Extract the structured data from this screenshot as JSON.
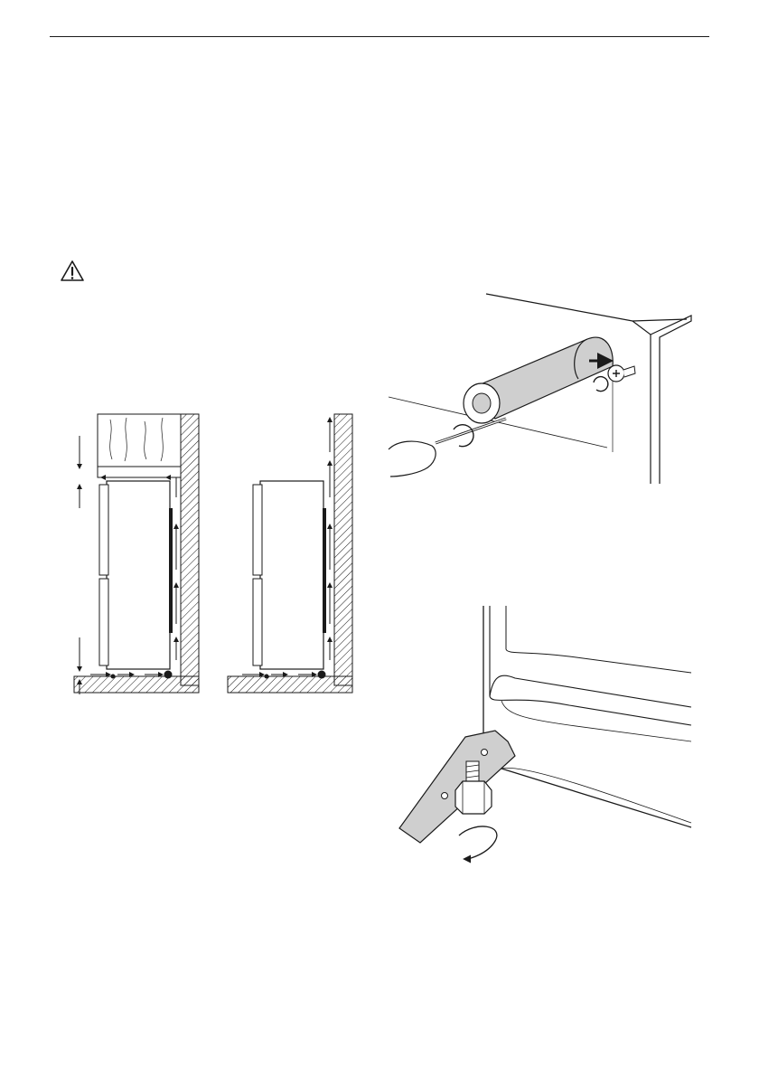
{
  "document": {
    "warning_icon": "warning-triangle-icon",
    "figures": [
      {
        "id": "ventilation-clearance",
        "icon": "airflow-arrows-icon"
      },
      {
        "id": "door-handle-mounting",
        "icon": "screwdriver-icon"
      },
      {
        "id": "adjustable-foot",
        "icon": "rotate-arrow-icon"
      }
    ]
  }
}
